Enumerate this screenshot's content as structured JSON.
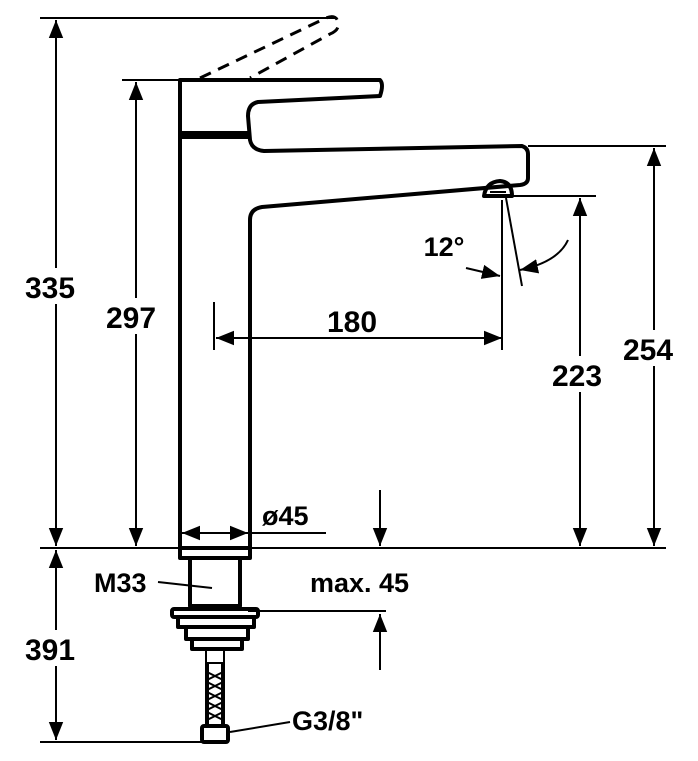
{
  "dimensions": {
    "total_height": "335",
    "body_height": "297",
    "spout_reach": "180",
    "spout_angle": "12°",
    "outlet_height": "223",
    "spout_top_height": "254",
    "base_diameter": "ø45",
    "thread": "M33",
    "max_thickness": "max. 45",
    "hose_length": "391",
    "connection": "G3/8\""
  },
  "colors": {
    "ink": "#000000",
    "background": "#ffffff"
  }
}
